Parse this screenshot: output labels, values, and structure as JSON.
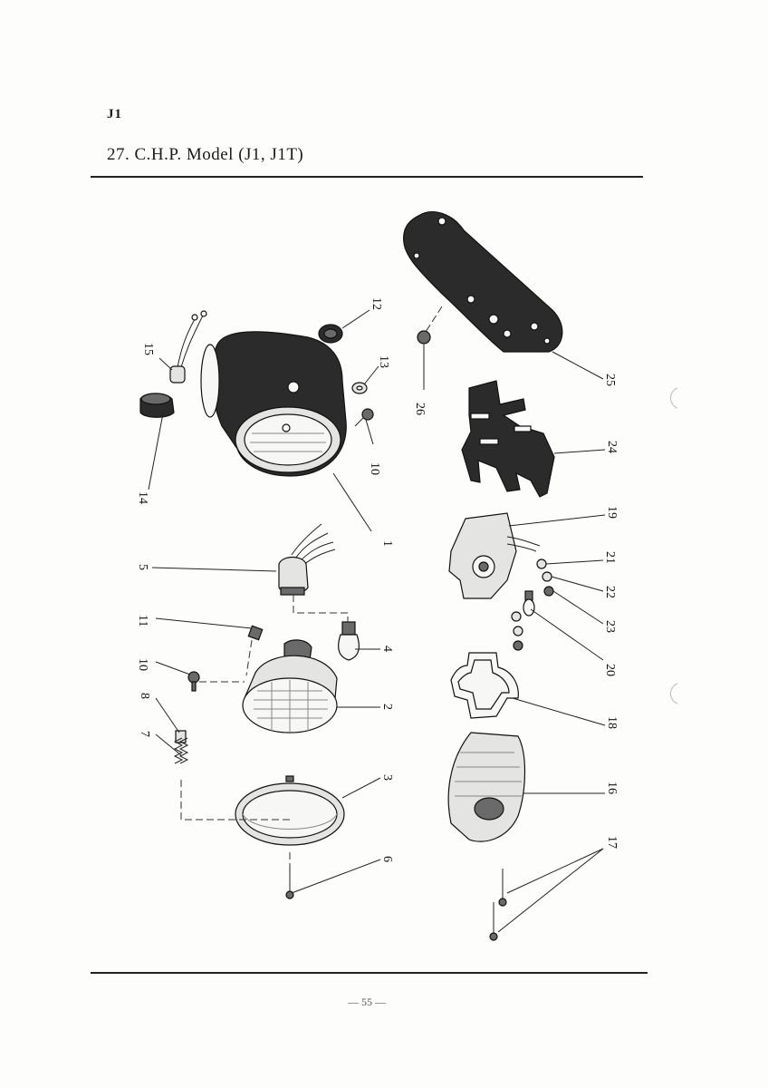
{
  "header": {
    "section_code": "J1",
    "title": "27.  C.H.P. Model   (J1, J1T)"
  },
  "footer": {
    "page_number": "— 55 —"
  },
  "diagram": {
    "callouts": [
      "1",
      "2",
      "3",
      "4",
      "5",
      "6",
      "7",
      "8",
      "10",
      "10",
      "11",
      "12",
      "13",
      "14",
      "15",
      "16",
      "17",
      "18",
      "19",
      "20",
      "21",
      "22",
      "23",
      "24",
      "25",
      "26"
    ]
  }
}
